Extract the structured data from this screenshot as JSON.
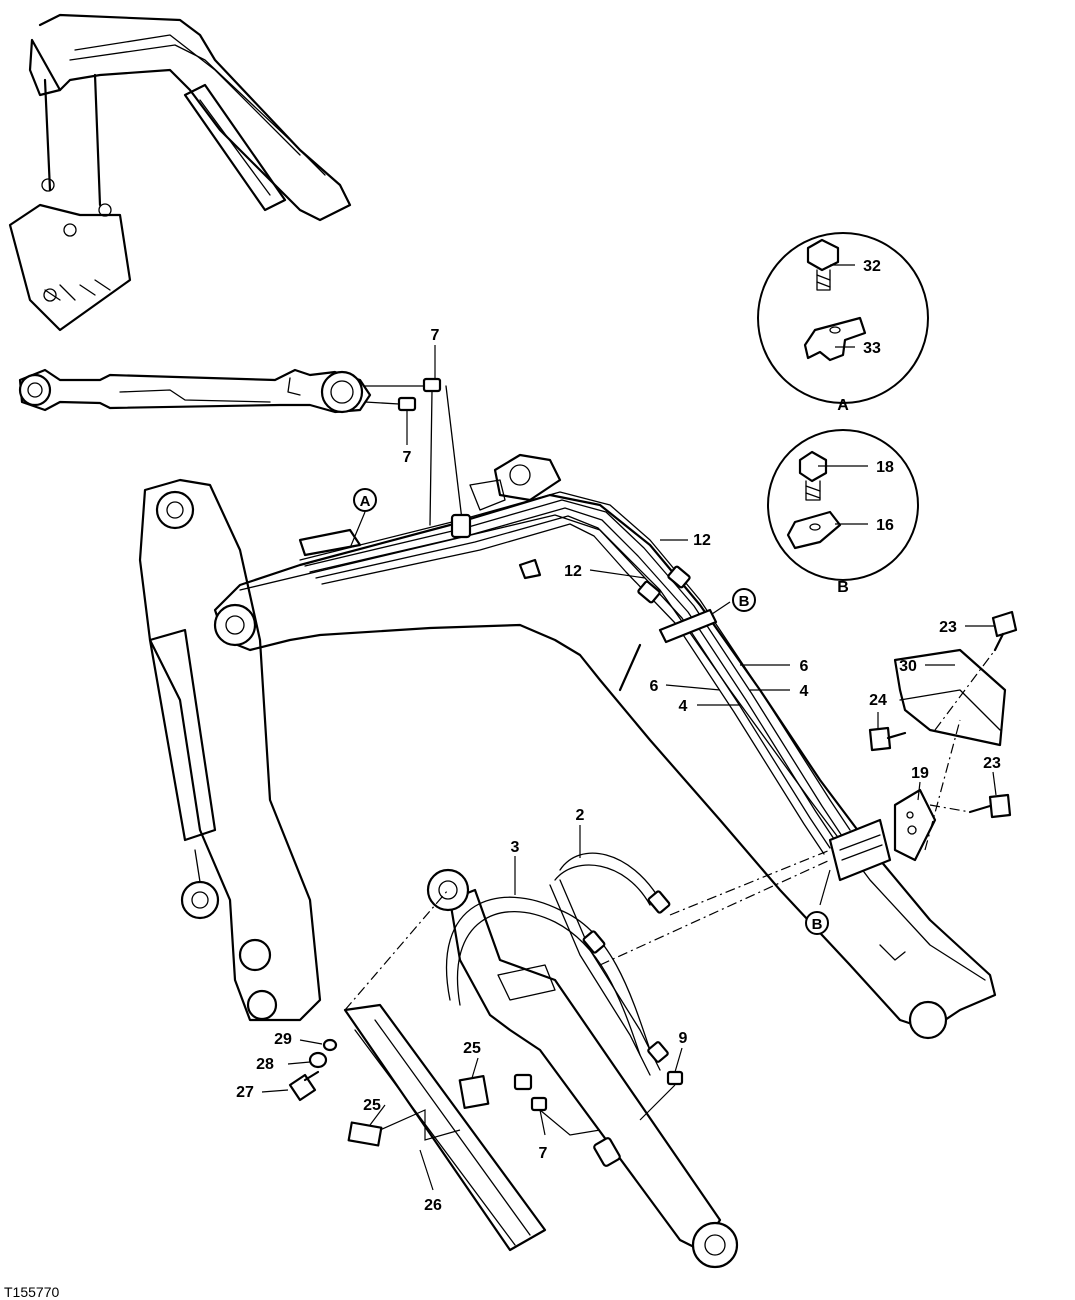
{
  "figure_id": "T155770",
  "detail_views": [
    {
      "id": "A",
      "parts": [
        "32",
        "33"
      ]
    },
    {
      "id": "B",
      "parts": [
        "18",
        "16"
      ]
    }
  ],
  "callouts": {
    "c2": "2",
    "c3": "3",
    "c4a": "4",
    "c4b": "4",
    "c6a": "6",
    "c6b": "6",
    "c7a": "7",
    "c7b": "7",
    "c7c": "7",
    "c9": "9",
    "c12a": "12",
    "c12b": "12",
    "c16": "16",
    "c18": "18",
    "c19": "19",
    "c23a": "23",
    "c23b": "23",
    "c24": "24",
    "c25a": "25",
    "c25b": "25",
    "c26": "26",
    "c27": "27",
    "c28": "28",
    "c29": "29",
    "c30": "30",
    "c32": "32",
    "c33": "33"
  },
  "markers": {
    "a_on_boom": "A",
    "b_clamp_upper": "B",
    "b_clamp_lower": "B",
    "a_detail": "A",
    "b_detail": "B"
  }
}
